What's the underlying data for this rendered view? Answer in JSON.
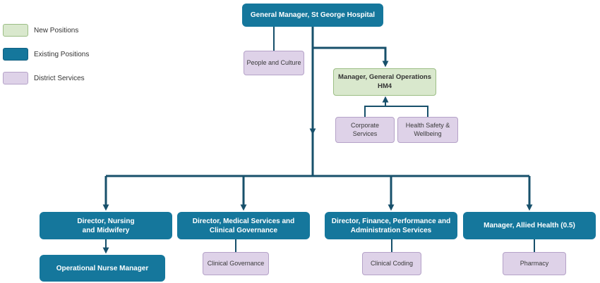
{
  "legend": {
    "items": [
      {
        "id": "new",
        "label": "New Positions"
      },
      {
        "id": "existing",
        "label": "Existing Positions"
      },
      {
        "id": "district",
        "label": "District Services"
      }
    ]
  },
  "colors": {
    "existing_fill": "#15779C",
    "new_fill": "#D9E8CD",
    "new_border": "#9CBE85",
    "district_fill": "#DED2E8",
    "district_border": "#B5A2C8",
    "line": "#17506B"
  },
  "nodes": {
    "general_manager": {
      "label": "General Manager, St George Hospital"
    },
    "people_culture": {
      "label": "People and Culture"
    },
    "manager_general_ops": {
      "label": "Manager, General Operations\nHM4"
    },
    "corporate_services": {
      "label": "Corporate Services"
    },
    "health_safety": {
      "label": "Health Safety &\nWellbeing"
    },
    "director_nursing": {
      "label": "Director, Nursing\nand Midwifery"
    },
    "director_medical": {
      "label": "Director, Medical Services and\nClinical Governance"
    },
    "director_finance": {
      "label": "Director, Finance, Performance and\nAdministration Services"
    },
    "manager_allied": {
      "label": "Manager, Allied Health (0.5)"
    },
    "operational_nurse": {
      "label": "Operational Nurse Manager"
    },
    "clinical_governance": {
      "label": "Clinical Governance"
    },
    "clinical_coding": {
      "label": "Clinical Coding"
    },
    "pharmacy": {
      "label": "Pharmacy"
    }
  }
}
